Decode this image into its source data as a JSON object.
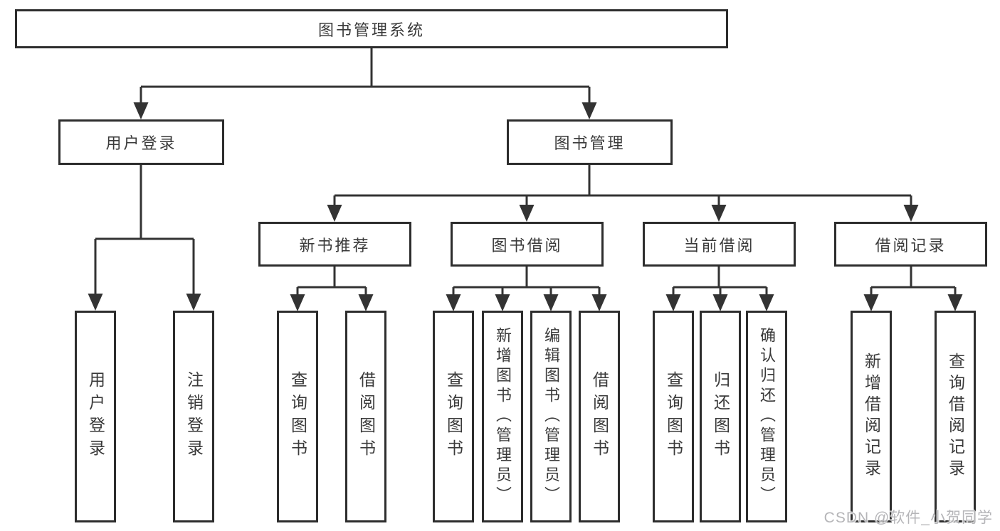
{
  "colors": {
    "background": "#ffffff",
    "box_border": "#2d2d2d",
    "connector_line": "#333333",
    "box_text": "#3a3a3a",
    "watermark_text": "#b5b5b8"
  },
  "tree": {
    "label": "图书管理系统",
    "children": [
      {
        "label": "用户登录",
        "children": [
          {
            "label": "用户登录"
          },
          {
            "label": "注销登录"
          }
        ]
      },
      {
        "label": "图书管理",
        "children": [
          {
            "label": "新书推荐",
            "children": [
              {
                "label": "查询图书"
              },
              {
                "label": "借阅图书"
              }
            ]
          },
          {
            "label": "图书借阅",
            "children": [
              {
                "label": "查询图书"
              },
              {
                "label": "新增图书（管理员）"
              },
              {
                "label": "编辑图书（管理员）"
              },
              {
                "label": "借阅图书"
              }
            ]
          },
          {
            "label": "当前借阅",
            "children": [
              {
                "label": "查询图书"
              },
              {
                "label": "归还图书"
              },
              {
                "label": "确认归还（管理员）"
              }
            ]
          },
          {
            "label": "借阅记录",
            "children": [
              {
                "label": "新增借阅记录"
              },
              {
                "label": "查询借阅记录"
              }
            ]
          }
        ]
      }
    ]
  },
  "watermark": {
    "text": "CSDN @软件_小贺同学"
  }
}
